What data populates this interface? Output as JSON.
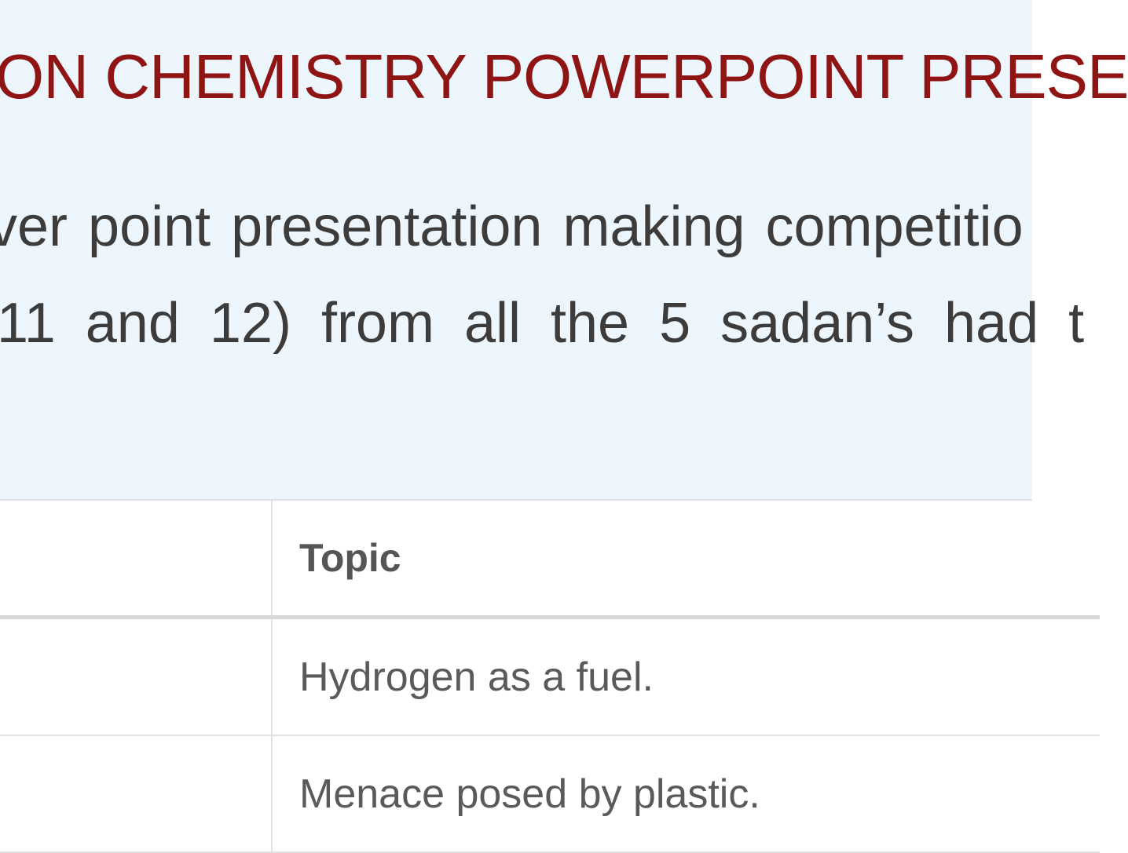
{
  "hero": {
    "heading": "ON CHEMISTRY POWERPOINT PRESE",
    "paragraph_lines": [
      "ver point presentation making competitio",
      "11 and 12) from all the 5 sadan’s had t"
    ]
  },
  "table": {
    "headers": [
      "",
      "Topic"
    ],
    "rows": [
      [
        "",
        "Hydrogen as a fuel."
      ],
      [
        "",
        "Menace posed by plastic."
      ]
    ]
  }
}
